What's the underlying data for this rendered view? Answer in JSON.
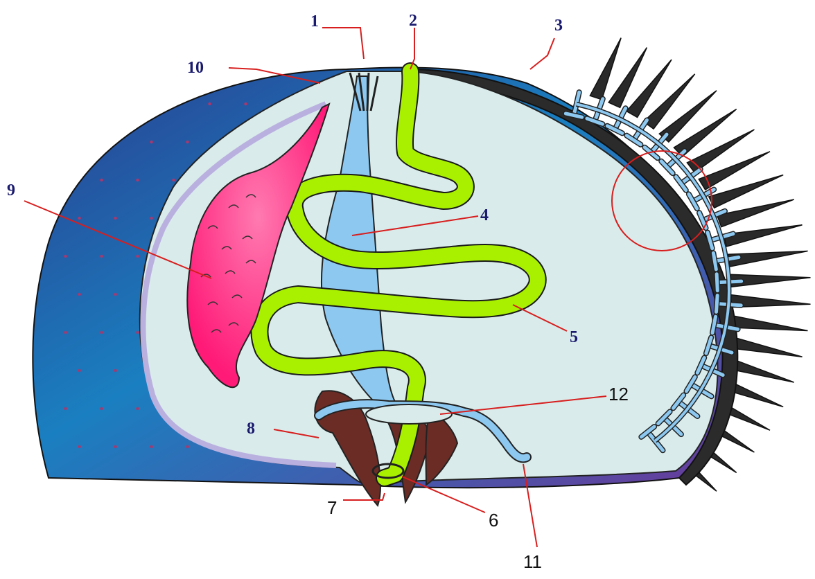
{
  "colors": {
    "outer_dark": "#3a4a9a",
    "outer_mid": "#1a7fc0",
    "outer_purple": "#6a3a9a",
    "cavity": "#d9ebea",
    "green": "#a8f000",
    "blue": "#8cc8f0",
    "pink": "#ff3a8c",
    "brown": "#6b2c26",
    "spine": "#2a2a2a",
    "leader": "#d81e1e",
    "label_blue": "#1a1a6e",
    "label_black": "#111111"
  },
  "labels": [
    {
      "id": "1",
      "text": "1",
      "style": "bold"
    },
    {
      "id": "2",
      "text": "2",
      "style": "bold"
    },
    {
      "id": "3",
      "text": "3",
      "style": "bold"
    },
    {
      "id": "4",
      "text": "4",
      "style": "bold"
    },
    {
      "id": "5",
      "text": "5",
      "style": "bold"
    },
    {
      "id": "6",
      "text": "6",
      "style": "plain"
    },
    {
      "id": "7",
      "text": "7",
      "style": "plain"
    },
    {
      "id": "8",
      "text": "8",
      "style": "bold"
    },
    {
      "id": "9",
      "text": "9",
      "style": "bold"
    },
    {
      "id": "10",
      "text": "10",
      "style": "bold"
    },
    {
      "id": "11",
      "text": "11",
      "style": "plain"
    },
    {
      "id": "12",
      "text": "12",
      "style": "plain"
    }
  ]
}
